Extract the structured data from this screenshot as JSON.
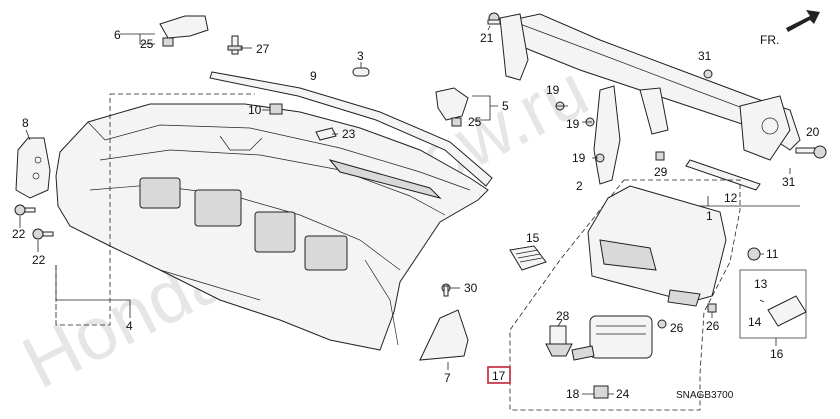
{
  "diagram": {
    "code": "SNAGB3700",
    "direction": "FR.",
    "watermark": "HondaPartsNow.ru",
    "highlighted_callout": "17"
  },
  "callouts": {
    "c1": "1",
    "c2": "2",
    "c3": "3",
    "c4": "4",
    "c5": "5",
    "c6": "6",
    "c7": "7",
    "c8": "8",
    "c9": "9",
    "c10": "10",
    "c11": "11",
    "c12": "12",
    "c13": "13",
    "c14": "14",
    "c15": "15",
    "c16": "16",
    "c17": "17",
    "c18": "18",
    "c19a": "19",
    "c19b": "19",
    "c19c": "19",
    "c20": "20",
    "c21": "21",
    "c22a": "22",
    "c22b": "22",
    "c23": "23",
    "c24": "24",
    "c25a": "25",
    "c25b": "25",
    "c26a": "26",
    "c26b": "26",
    "c27": "27",
    "c28": "28",
    "c29": "29",
    "c30": "30",
    "c31a": "31",
    "c31b": "31"
  }
}
